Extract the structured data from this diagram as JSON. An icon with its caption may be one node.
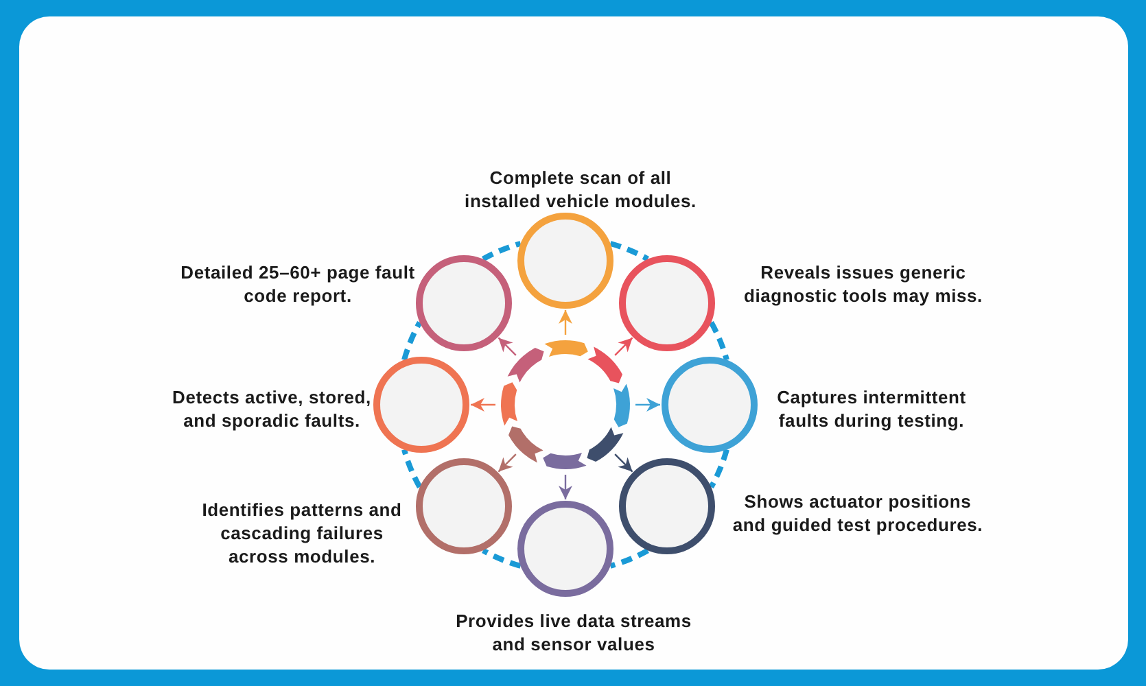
{
  "diagram": {
    "nodes": [
      {
        "text": [],
        "shape": "circle",
        "beside": [
          "Complete scan of all installed vehicle modules."
        ]
      },
      {
        "text": [],
        "shape": "circle",
        "beside": [
          "Reveals issues generic diagnostic tools may miss."
        ]
      },
      {
        "text": [],
        "shape": "circle",
        "beside": [
          "Captures intermittent faults during testing."
        ]
      },
      {
        "text": [],
        "shape": "circle",
        "beside": [
          "Shows actuator positions and guided test procedures."
        ]
      },
      {
        "text": [],
        "shape": "circle",
        "beside": [
          "Provides live data streams and sensor values"
        ]
      },
      {
        "text": [],
        "shape": "circle",
        "beside": [
          "Identifies patterns and cascading failures across modules."
        ]
      },
      {
        "text": [],
        "shape": "circle",
        "beside": [
          "Detects active, stored, and sporadic faults."
        ]
      },
      {
        "text": [],
        "shape": "circle",
        "beside": [
          "Detailed 25–60+ page fault code report."
        ]
      },
      {
        "text": [],
        "shape": "circle"
      }
    ],
    "edges": [
      {
        "from": 8,
        "to": 0,
        "arrow": "to",
        "color": "#f4a23e"
      },
      {
        "from": 8,
        "to": 1,
        "arrow": "to",
        "color": "#e8535d"
      },
      {
        "from": 8,
        "to": 2,
        "arrow": "to",
        "color": "#3ea2d6"
      },
      {
        "from": 8,
        "to": 3,
        "arrow": "to",
        "color": "#3e4e6c"
      },
      {
        "from": 8,
        "to": 4,
        "arrow": "to",
        "color": "#7a6c9e"
      },
      {
        "from": 8,
        "to": 5,
        "arrow": "to",
        "color": "#b26f69"
      },
      {
        "from": 8,
        "to": 6,
        "arrow": "to",
        "color": "#ef7452"
      },
      {
        "from": 8,
        "to": 7,
        "arrow": "to",
        "color": "#c5607a"
      },
      {
        "from": 0,
        "to": 1,
        "arrow": "none",
        "style": "dashed",
        "color": "#1a9ad6"
      },
      {
        "from": 1,
        "to": 2,
        "arrow": "none",
        "style": "dashed",
        "color": "#1a9ad6"
      },
      {
        "from": 2,
        "to": 3,
        "arrow": "none",
        "style": "dashed",
        "color": "#1a9ad6"
      },
      {
        "from": 3,
        "to": 4,
        "arrow": "none",
        "style": "dashed",
        "color": "#1a9ad6"
      },
      {
        "from": 4,
        "to": 5,
        "arrow": "none",
        "style": "dashed",
        "color": "#1a9ad6"
      },
      {
        "from": 5,
        "to": 6,
        "arrow": "none",
        "style": "dashed",
        "color": "#1a9ad6"
      },
      {
        "from": 6,
        "to": 7,
        "arrow": "none",
        "style": "dashed",
        "color": "#1a9ad6"
      },
      {
        "from": 7,
        "to": 0,
        "arrow": "none",
        "style": "dashed",
        "color": "#1a9ad6"
      }
    ]
  }
}
